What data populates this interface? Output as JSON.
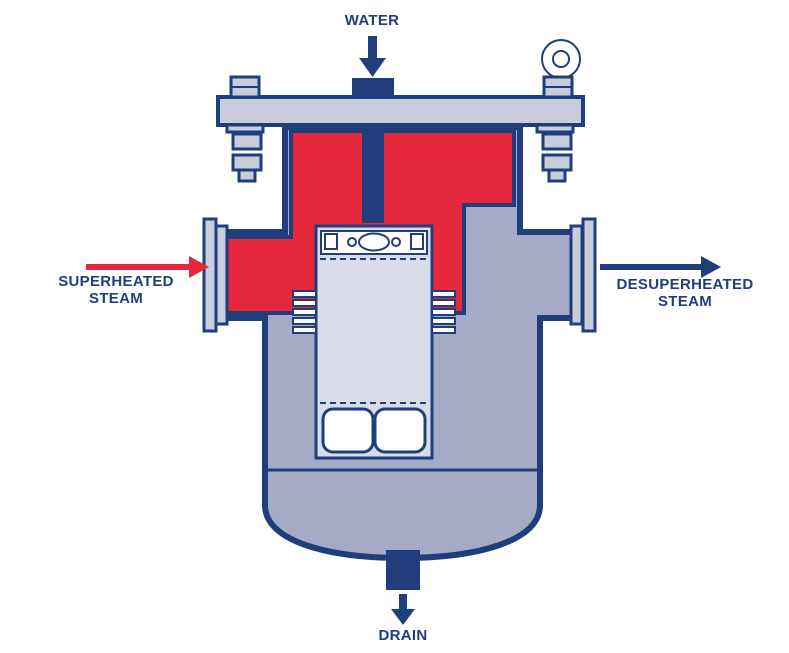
{
  "labels": {
    "water": "WATER",
    "superheated_line1": "SUPERHEATED",
    "superheated_line2": "STEAM",
    "desuperheated_line1": "DESUPERHEATED",
    "desuperheated_line2": "STEAM",
    "drain": "DRAIN"
  },
  "colors": {
    "navy": "#203D7C",
    "red": "#E5283B",
    "body_gray": "#A5ABC6",
    "plate_gray": "#C8CCDB",
    "cartridge_gray": "#D9DCE8",
    "detail_white": "#FFFFFF",
    "background": "#FFFFFF"
  }
}
